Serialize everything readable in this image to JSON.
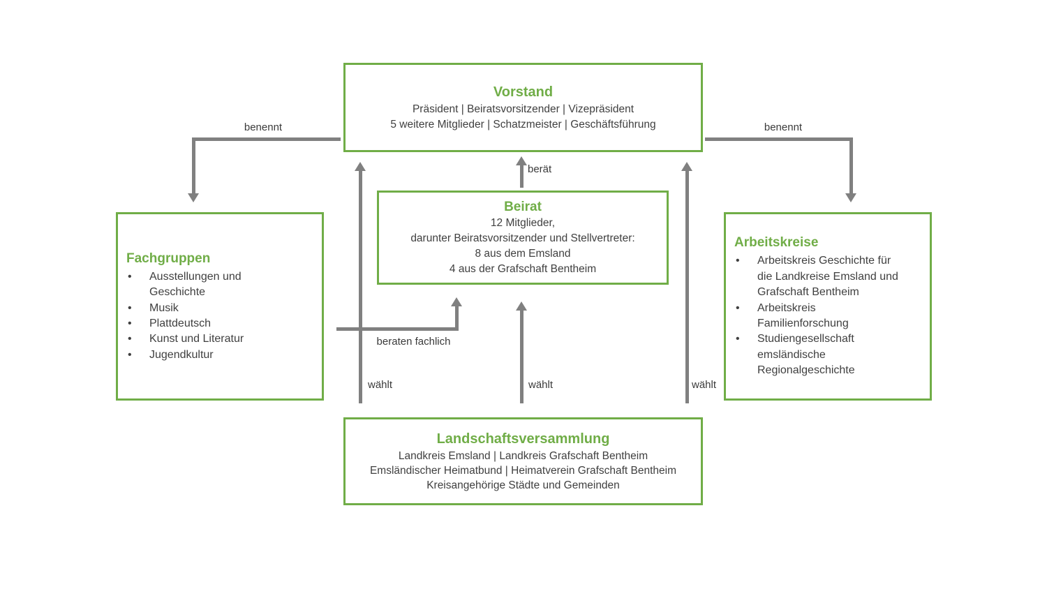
{
  "colors": {
    "box_border_green": "#70AD47",
    "title_green": "#70AD47",
    "arrow_gray": "#808080",
    "body_text": "#3F3F3F"
  },
  "boxes": {
    "vorstand": {
      "title": "Vorstand",
      "lines": [
        "Präsident | Beiratsvorsitzender | Vizepräsident",
        "5 weitere Mitglieder | Schatzmeister | Geschäftsführung"
      ]
    },
    "beirat": {
      "title": "Beirat",
      "lines": [
        "12 Mitglieder,",
        "darunter Beiratsvorsitzender und Stellvertreter:",
        "8 aus dem Emsland",
        "4 aus der Grafschaft Bentheim"
      ]
    },
    "fachgruppen": {
      "title": "Fachgruppen",
      "items": [
        "Ausstellungen und Geschichte",
        "Musik",
        "Plattdeutsch",
        "Kunst und Literatur",
        "Jugendkultur"
      ]
    },
    "arbeitskreise": {
      "title": "Arbeitskreise",
      "items": [
        "Arbeitskreis Geschichte für die Landkreise Emsland und Grafschaft Bentheim",
        "Arbeitskreis Familienforschung",
        "Studiengesellschaft emsländische Regionalgeschichte"
      ]
    },
    "landschaftsversammlung": {
      "title": "Landschaftsversammlung",
      "lines": [
        "Landkreis Emsland | Landkreis Grafschaft Bentheim",
        "Emsländischer Heimatbund | Heimatverein Grafschaft Bentheim",
        "Kreisangehörige Städte und Gemeinden"
      ]
    }
  },
  "arrows": {
    "benennt_left": {
      "label": "benennt"
    },
    "benennt_right": {
      "label": "benennt"
    },
    "beraet": {
      "label": "berät"
    },
    "beraten_fachlich": {
      "label": "beraten fachlich"
    },
    "waehlt_left": {
      "label": "wählt"
    },
    "waehlt_mid": {
      "label": "wählt"
    },
    "waehlt_right": {
      "label": "wählt"
    }
  }
}
